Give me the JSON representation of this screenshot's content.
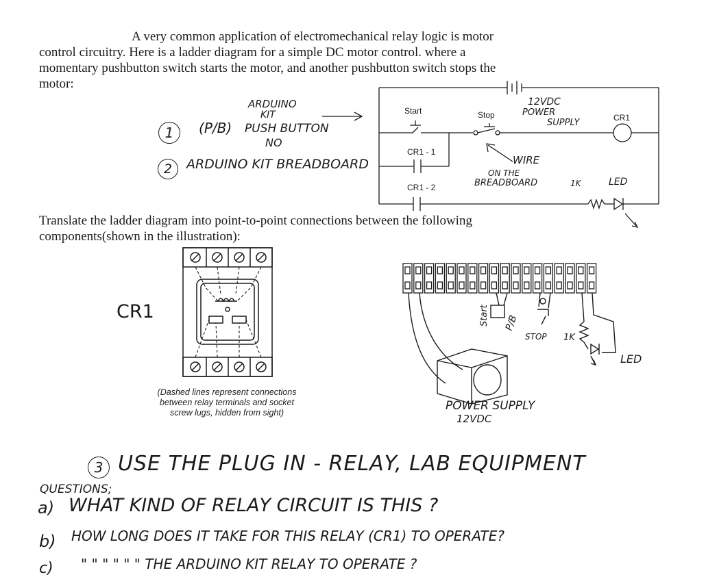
{
  "intro": {
    "line1": "A very common application of electromechanical relay logic is motor",
    "line2": "control circuitry.  Here is a ladder diagram for a simple DC motor control. where a",
    "line3": "momentary pushbutton switch starts the motor, and another pushbutton switch stops the",
    "line4": "motor:"
  },
  "ladder": {
    "start_label": "Start",
    "stop_label": "Stop",
    "cr1_coil_label": "CR1",
    "cr1_1_label": "CR1 - 1",
    "cr1_2_label": "CR1 - 2",
    "power_label_1": "12VDC",
    "power_label_2": "POWER",
    "power_label_3": "SUPPLY",
    "resistor_label": "1K",
    "led_label": "LED"
  },
  "notes": {
    "item1_num": "1",
    "item1_pb": "P/B",
    "item1_line1": "ARDUINO",
    "item1_line2": "KIT",
    "item1_line3": "PUSH BUTTON",
    "item1_line4": "NO",
    "item2_num": "2",
    "item2_text": "ARDUINO KIT BREADBOARD",
    "wire_1": "WIRE",
    "wire_2": "ON THE",
    "wire_3": "BREADBOARD"
  },
  "translate": {
    "line1": "Translate the ladder diagram into point-to-point connections between the following",
    "line2": "components(shown in the illustration):"
  },
  "relay_fig": {
    "label": "CR1",
    "caption_1": "(Dashed lines represent connections",
    "caption_2": "between relay terminals and socket",
    "caption_3": "screw lugs, hidden from sight)"
  },
  "board_fig": {
    "start_label": "Start",
    "pb_label": "P/B",
    "stop_label": "STOP",
    "resistor_label": "1K",
    "led_label": "LED",
    "power_1": "POWER SUPPLY",
    "power_2": "12VDC"
  },
  "handwritten": {
    "item3_num": "3",
    "item3_text": "USE THE PLUG IN - RELAY, LAB EQUIPMENT",
    "questions_label": "QUESTIONS;",
    "qa_letter": "a)",
    "qa_text": "WHAT KIND OF RELAY CIRCUIT IS THIS ?",
    "qb_letter": "b)",
    "qb_text": "HOW LONG DOES IT TAKE FOR THIS RELAY (CR1) TO OPERATE?",
    "qc_letter": "c)",
    "qc_text": "\"   \"   \"  \"  \"   \" THE ARDUINO KIT RELAY TO OPERATE ?"
  }
}
